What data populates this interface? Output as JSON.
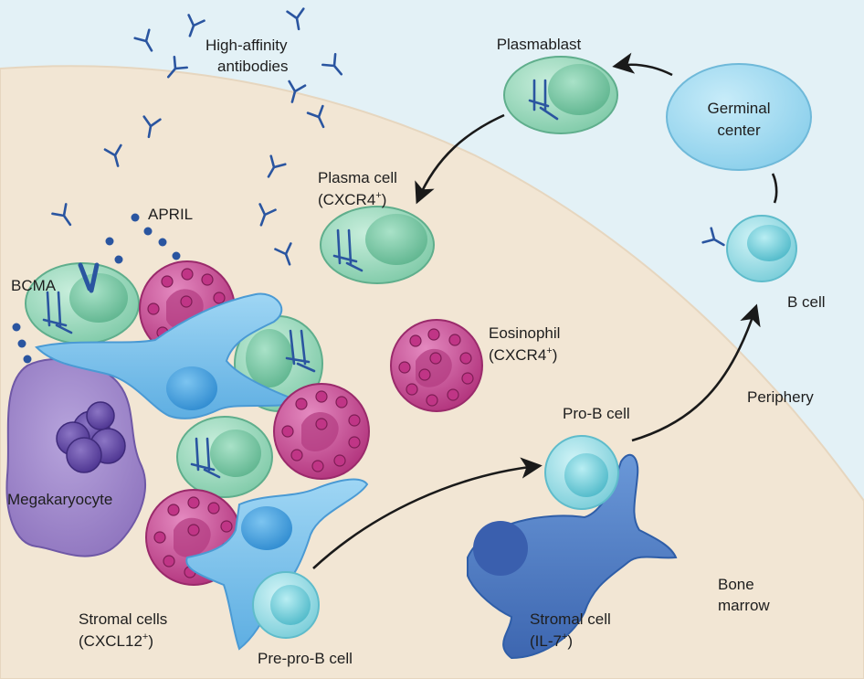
{
  "labels": {
    "high_affinity_line1": "High-affinity",
    "high_affinity_line2": "antibodies",
    "plasmablast": "Plasmablast",
    "germinal_line1": "Germinal",
    "germinal_line2": "center",
    "plasma_cell_line1": "Plasma cell",
    "plasma_cell_line2_base": "(CXCR4",
    "plasma_cell_line2_sup": "+",
    "plasma_cell_line2_end": ")",
    "april": "APRIL",
    "bcma": "BCMA",
    "b_cell": "B cell",
    "eosinophil_line1": "Eosinophil",
    "eosinophil_line2_base": "(CXCR4",
    "eosinophil_line2_sup": "+",
    "eosinophil_line2_end": ")",
    "periphery": "Periphery",
    "pro_b_cell": "Pro-B cell",
    "megakaryocyte": "Megakaryocyte",
    "bone_line1": "Bone",
    "bone_line2": "marrow",
    "stromal_cells_line1": "Stromal cells",
    "stromal_cells_line2_base": "(CXCL12",
    "stromal_cells_line2_sup": "+",
    "stromal_cells_line2_end": ")",
    "stromal_cell_line1": "Stromal cell",
    "stromal_cell_line2_base": "(IL-7",
    "stromal_cell_line2_sup": "+",
    "stromal_cell_line2_end": ")",
    "pre_pro_b_cell": "Pre-pro-B cell"
  },
  "colors": {
    "periphery_bg": "#e3f1f6",
    "marrow_bg": "#f2e6d4",
    "antibody": "#2a55a0",
    "plasma_cell": "#8fd3b5",
    "eosinophil": "#c63b8b",
    "stromal_light": "#7cc3ec",
    "stromal_dark": "#4a79c2",
    "b_lineage": "#8ddbe6",
    "germinal_center": "#9fdcf1",
    "megakaryocyte": "#9d86c6",
    "arrow": "#1a1a1a"
  }
}
